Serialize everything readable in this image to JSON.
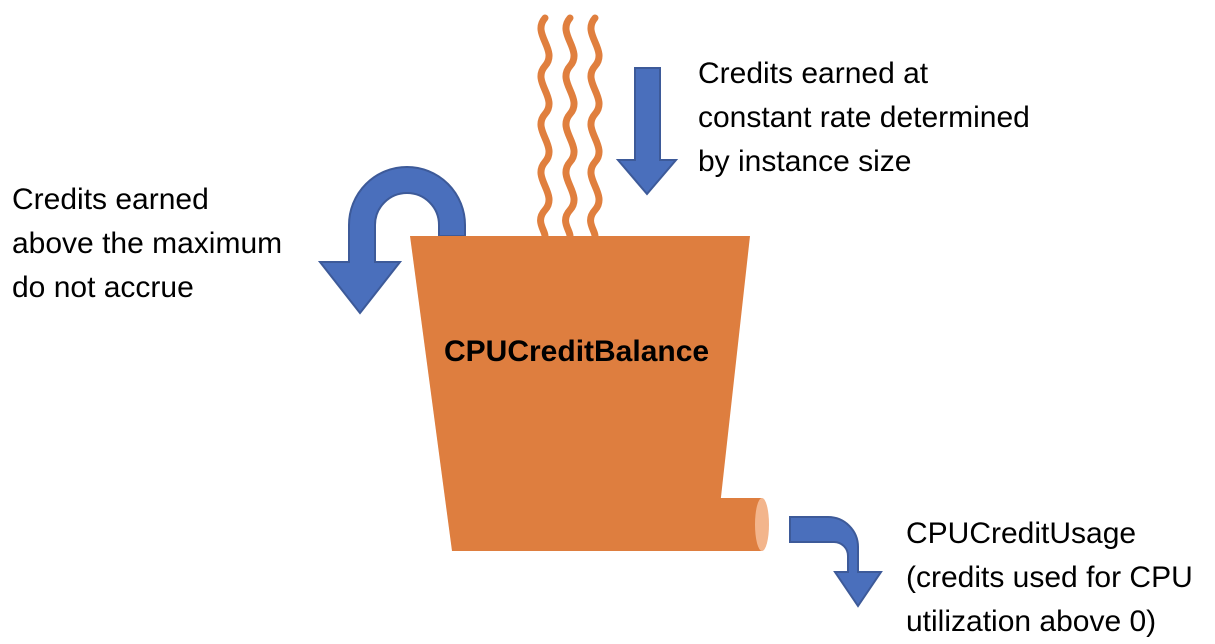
{
  "colors": {
    "bucket_fill": "#de7e3f",
    "pipe_end": "#f3b58c",
    "wave_stroke": "#e07f3e",
    "arrow_fill": "#4a6fbc",
    "arrow_stroke": "#3d5a99",
    "background": "#ffffff"
  },
  "icons": {
    "steam": "wavy-lines-icon",
    "inflow_arrow": "arrow-down-icon",
    "overflow_arrow": "u-turn-arrow-icon",
    "outflow_arrow": "bent-arrow-icon"
  },
  "bucket": {
    "label": "CPUCreditBalance"
  },
  "labels": {
    "earned_rate": [
      "Credits earned at",
      "constant rate determined",
      "by instance size"
    ],
    "overflow": [
      "Credits earned",
      "above the maximum",
      "do not accrue"
    ],
    "usage": [
      "CPUCreditUsage",
      "(credits used for CPU",
      "utilization above 0)"
    ]
  }
}
